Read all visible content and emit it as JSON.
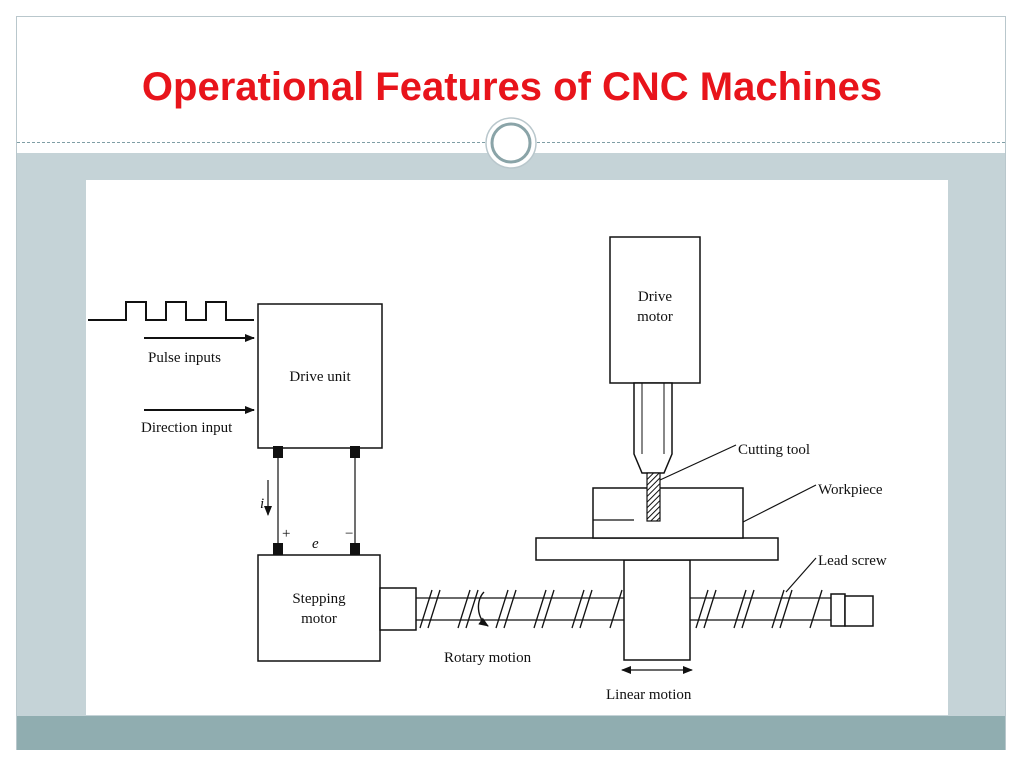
{
  "slide": {
    "title": "Operational Features of CNC Machines"
  },
  "diagram": {
    "labels": {
      "pulse_inputs": "Pulse inputs",
      "direction_input": "Direction input",
      "drive_unit": "Drive unit",
      "current_symbol": "i",
      "plus_sign": "+",
      "minus_sign": "−",
      "voltage_symbol": "e",
      "stepping_motor_line1": "Stepping",
      "stepping_motor_line2": "motor",
      "drive_motor_line1": "Drive",
      "drive_motor_line2": "motor",
      "cutting_tool": "Cutting tool",
      "workpiece": "Workpiece",
      "lead_screw": "Lead screw",
      "rotary_motion": "Rotary motion",
      "linear_motion": "Linear motion"
    }
  },
  "colors": {
    "title": "#e8141b",
    "content_band": "#c5d3d7",
    "footer_band": "#90adb0",
    "frame_border": "#b9c7cc"
  }
}
